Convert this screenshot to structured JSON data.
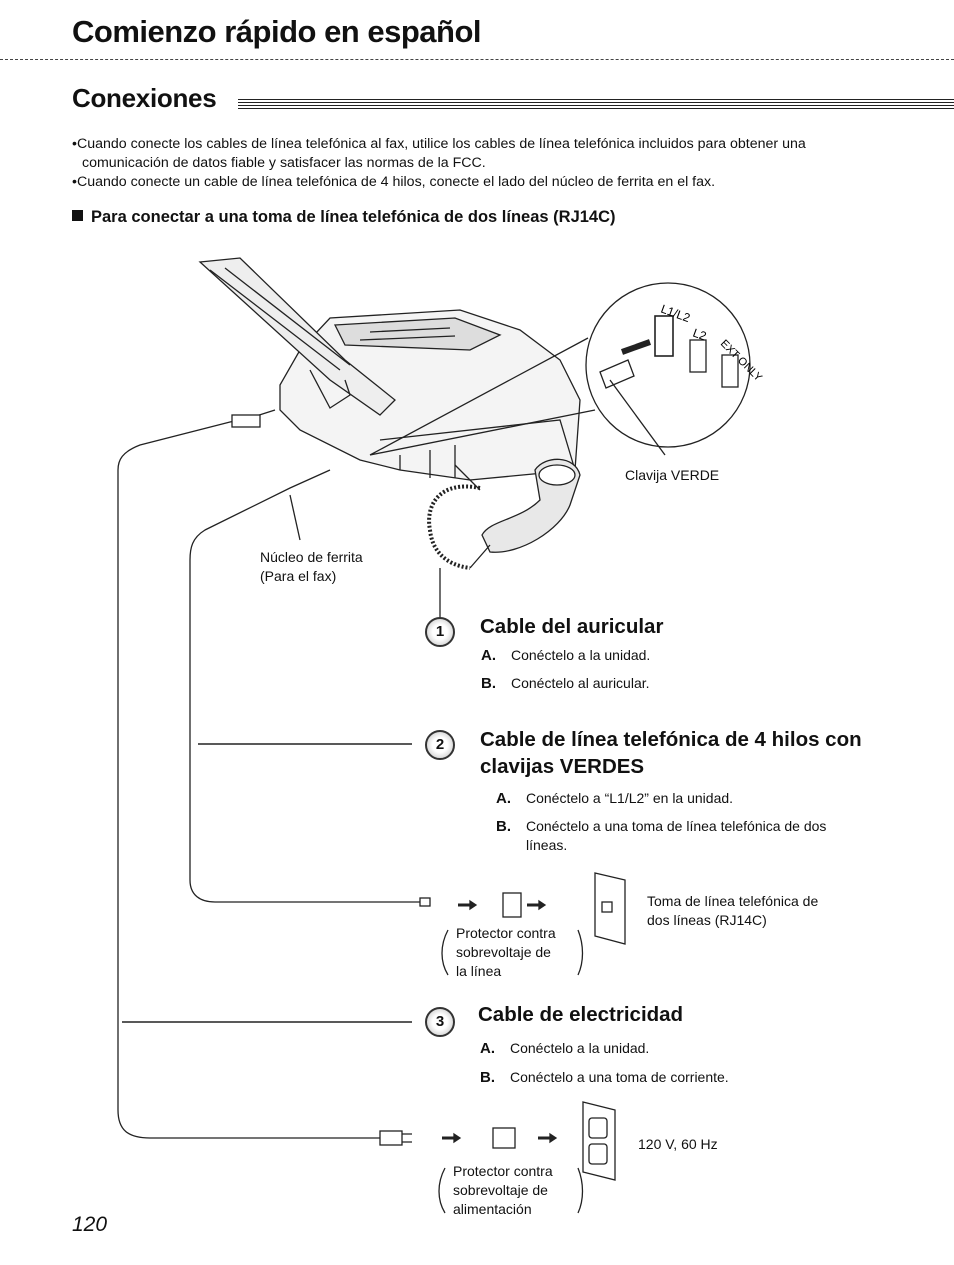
{
  "header": {
    "title": "Comienzo rápido en español"
  },
  "section": {
    "title": "Conexiones"
  },
  "bullets": [
    "Cuando conecte los cables de línea telefónica al fax, utilice los cables de línea telefónica incluidos para obtener una comunicación de datos fiable y satisfacer las normas de la FCC.",
    "Cuando conecte un cable de línea telefónica de 4 hilos, conecte el lado del núcleo de ferrita en el fax."
  ],
  "subheading": "Para conectar a una toma de línea telefónica de dos líneas (RJ14C)",
  "diagram": {
    "jack_labels": {
      "l1l2": "L1/L2",
      "l2": "L2",
      "ext": "EXT ONLY"
    },
    "green_plug_label": "Clavija VERDE",
    "ferrite_label": [
      "Núcleo de ferrita",
      "(Para el fax)"
    ],
    "surge_line_label": [
      "Protector contra",
      "sobrevoltaje de",
      "la línea"
    ],
    "wall_jack_label": [
      "Toma de línea telefónica de",
      "dos líneas (RJ14C)"
    ],
    "surge_power_label": [
      "Protector contra",
      "sobrevoltaje de",
      "alimentación"
    ],
    "outlet_label": "120 V, 60 Hz"
  },
  "steps": [
    {
      "number": "1",
      "title": "Cable del auricular",
      "items": [
        {
          "letter": "A.",
          "text": "Conéctelo a la unidad."
        },
        {
          "letter": "B.",
          "text": "Conéctelo al auricular."
        }
      ]
    },
    {
      "number": "2",
      "title": "Cable de línea telefónica de 4 hilos con clavijas VERDES",
      "items": [
        {
          "letter": "A.",
          "text": "Conéctelo a “L1/L2” en la unidad."
        },
        {
          "letter": "B.",
          "text": "Conéctelo a una toma de línea telefónica de dos líneas."
        }
      ]
    },
    {
      "number": "3",
      "title": "Cable de electricidad",
      "items": [
        {
          "letter": "A.",
          "text": "Conéctelo a la unidad."
        },
        {
          "letter": "B.",
          "text": "Conéctelo a una toma de corriente."
        }
      ]
    }
  ],
  "page_number": "120"
}
